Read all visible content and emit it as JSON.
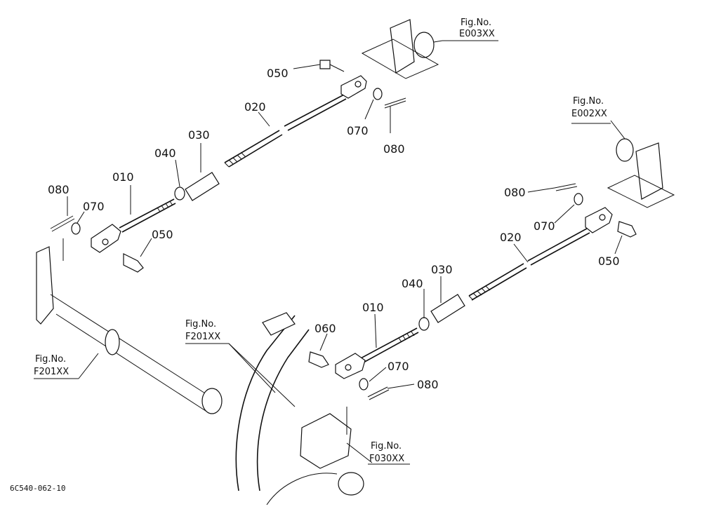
{
  "part_labels": [
    {
      "id": "050-a",
      "text": "050"
    },
    {
      "id": "020-a",
      "text": "020"
    },
    {
      "id": "070-a",
      "text": "070"
    },
    {
      "id": "080-a",
      "text": "080"
    },
    {
      "id": "040-a",
      "text": "040"
    },
    {
      "id": "030-a",
      "text": "030"
    },
    {
      "id": "010-a",
      "text": "010"
    },
    {
      "id": "080-b",
      "text": "080"
    },
    {
      "id": "070-b",
      "text": "070"
    },
    {
      "id": "050-b",
      "text": "050"
    },
    {
      "id": "080-c",
      "text": "080"
    },
    {
      "id": "070-c",
      "text": "070"
    },
    {
      "id": "020-b",
      "text": "020"
    },
    {
      "id": "050-c",
      "text": "050"
    },
    {
      "id": "030-b",
      "text": "030"
    },
    {
      "id": "040-b",
      "text": "040"
    },
    {
      "id": "010-b",
      "text": "010"
    },
    {
      "id": "060",
      "text": "060"
    },
    {
      "id": "070-d",
      "text": "070"
    },
    {
      "id": "080-d",
      "text": "080"
    }
  ],
  "figure_refs": [
    {
      "id": "e003",
      "line1": "Fig.No.",
      "line2": "E003XX"
    },
    {
      "id": "e002",
      "line1": "Fig.No.",
      "line2": "E002XX"
    },
    {
      "id": "f201-left",
      "line1": "Fig.No.",
      "line2": "F201XX"
    },
    {
      "id": "f201-mid",
      "line1": "Fig.No.",
      "line2": "F201XX"
    },
    {
      "id": "f030",
      "line1": "Fig.No.",
      "line2": "F030XX"
    }
  ],
  "footer_code": "6C540-062-10"
}
